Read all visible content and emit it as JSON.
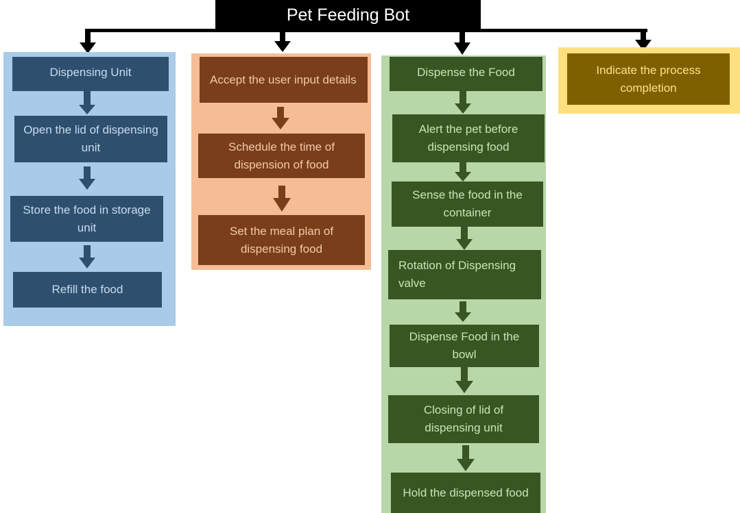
{
  "title": "Pet Feeding Bot",
  "branches": [
    {
      "id": "dispensing-unit",
      "color": "#2f4f6f",
      "panel_color": "#aacbe8",
      "items": [
        "Dispensing Unit",
        "Open the lid of dispensing unit",
        "Store the food in storage unit",
        "Refill the food"
      ]
    },
    {
      "id": "user-input",
      "color": "#7a3e1a",
      "panel_color": "#f5bd96",
      "items": [
        "Accept the user input details",
        "Schedule the time of dispension of food",
        "Set the meal plan of dispensing food"
      ]
    },
    {
      "id": "dispense-food",
      "color": "#375623",
      "panel_color": "#b7d7a8",
      "items": [
        "Dispense the Food",
        "Alert the pet before dispensing food",
        "Sense the food in the container",
        "Rotation of Dispensing valve",
        "Dispense Food in the bowl",
        "Closing of lid of dispensing unit",
        "Hold the dispensed food"
      ]
    },
    {
      "id": "completion",
      "color": "#7f6000",
      "panel_color": "#ffe080",
      "items": [
        "Indicate the process completion"
      ]
    }
  ]
}
